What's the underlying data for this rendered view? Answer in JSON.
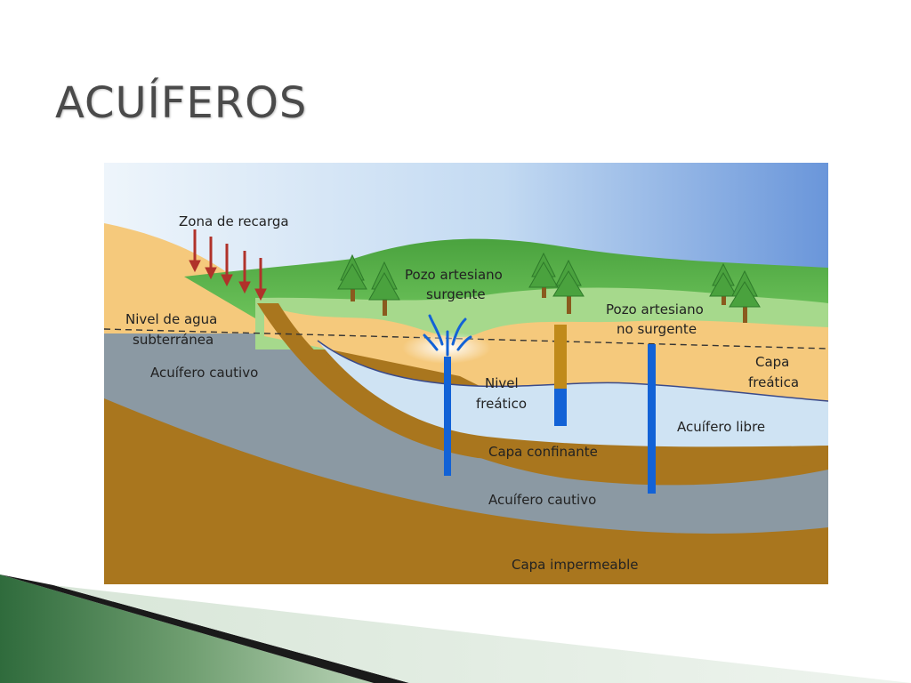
{
  "slide": {
    "title": "ACUÍFEROS"
  },
  "diagram": {
    "labels": {
      "zona_recarga": "Zona de recarga",
      "pozo_surgente_1": "Pozo artesiano",
      "pozo_surgente_2": "surgente",
      "pozo_no_surgente_1": "Pozo artesiano",
      "pozo_no_surgente_2": "no surgente",
      "nivel_agua_1": "Nivel de agua",
      "nivel_agua_2": "subterránea",
      "acuifero_cautivo_left": "Acuífero  cautivo",
      "nivel_freatico_1": "Nivel",
      "nivel_freatico_2": "freático",
      "capa_freatica_1": "Capa",
      "capa_freatica_2": "freática",
      "acuifero_libre": "Acuífero libre",
      "capa_confinante": "Capa  confinante",
      "acuifero_cautivo_bottom": "Acuífero  cautivo",
      "capa_impermeable": "Capa impermeable"
    }
  },
  "colors": {
    "sky_top": "#6a96da",
    "grass": "#5cb54a",
    "sand": "#f5c97c",
    "brown": "#a9761e",
    "gray": "#8b99a3",
    "water": "#cfe3f3",
    "well_blue": "#1262d6",
    "arrow_red": "#b0322a"
  }
}
